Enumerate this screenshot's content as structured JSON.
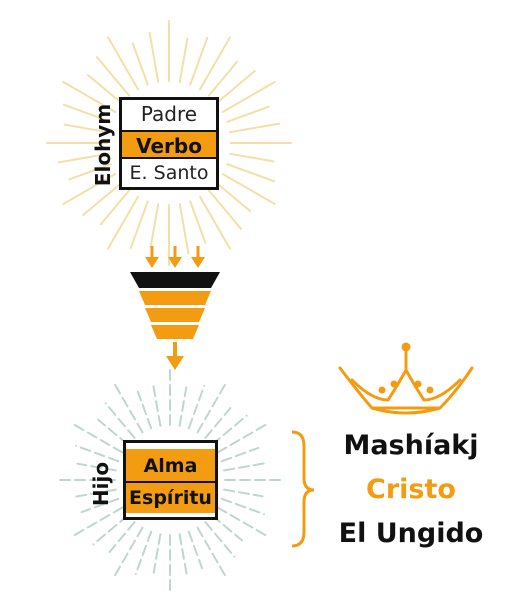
{
  "trinity": {
    "label": "Elohym",
    "rows": [
      "Padre",
      "Verbo",
      "E. Santo"
    ]
  },
  "son": {
    "label": "Hijo",
    "rows": [
      "Alma",
      "Espíritu"
    ]
  },
  "titles": {
    "line1": "Mashíakj",
    "line2": "Cristo",
    "line3": "El Ungido"
  },
  "colors": {
    "accent": "#F39C12",
    "dark": "#111111",
    "rays_top": "#F5DFA8",
    "rays_bottom": "#BFD6D0"
  }
}
